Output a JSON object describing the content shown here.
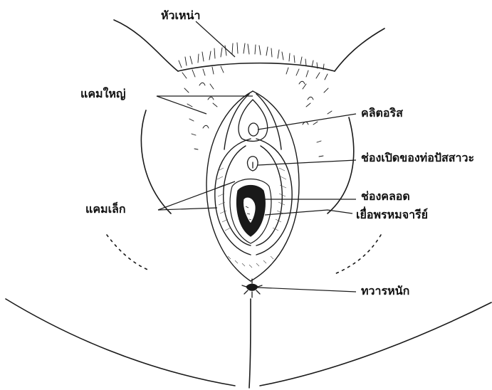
{
  "labels": {
    "mons_pubis": "หัวเหน่า",
    "labia_majora": "แคมใหญ่",
    "clitoris": "คลิตอริส",
    "urethral_opening": "ช่องเปิดของท่อปัสสาวะ",
    "vaginal_opening": "ช่องคลอด",
    "hymen": "เยื่อพรหมจารีย์",
    "labia_minora": "แคมเล็ก",
    "anus": "ทวารหนัก"
  },
  "colors": {
    "ink": "#1a1a1a",
    "background": "#ffffff",
    "shade": "#4a4a4a"
  }
}
